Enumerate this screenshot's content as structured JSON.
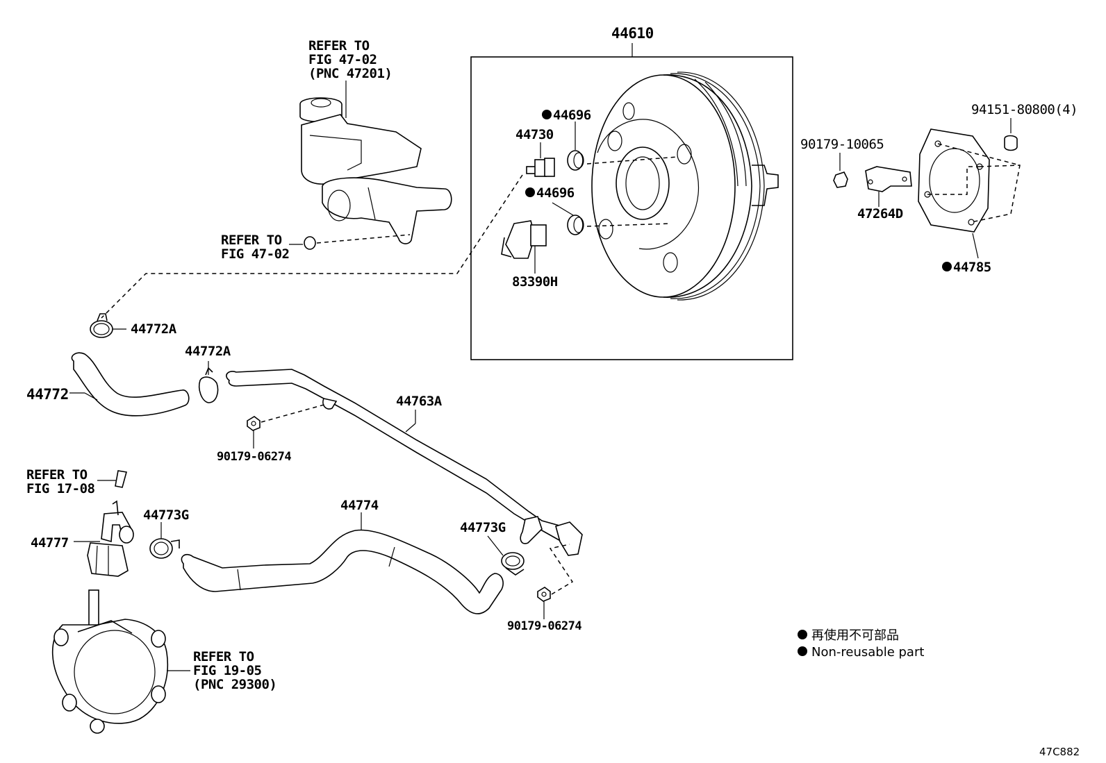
{
  "labels": {
    "booster": "44610",
    "check_valve_grommet_top": "44696",
    "check_valve_grommet_bottom": "44696",
    "check_valve": "44730",
    "vacuum_sensor": "83390H",
    "nut_bracket": "90179-10065",
    "bracket": "47264D",
    "nut_set": "94151-80800(4)",
    "gasket": "44785",
    "refer_master_cyl_line1": "REFER TO",
    "refer_master_cyl_line2": "FIG 47-02",
    "refer_master_cyl_line3": "(PNC 47201)",
    "refer_fig4702_line1": "REFER TO",
    "refer_fig4702_line2": "FIG 47-02",
    "clip_upper": "44772A",
    "clip_mid": "44772A",
    "hose_upper": "44772",
    "pipe": "44763A",
    "nut_pipe_upper": "90179-06274",
    "refer_fig1708_line1": "REFER TO",
    "refer_fig1708_line2": "FIG 17-08",
    "valve": "44777",
    "clip_lower_left": "44773G",
    "hose_lower": "44774",
    "clip_lower_right": "44773G",
    "nut_pipe_lower": "90179-06274",
    "refer_pump_line1": "REFER TO",
    "refer_pump_line2": "FIG 19-05",
    "refer_pump_line3": "(PNC 29300)"
  },
  "legend": {
    "japanese": "再使用不可部品",
    "english": "Non-reusable part"
  },
  "figure_code": "47C882"
}
